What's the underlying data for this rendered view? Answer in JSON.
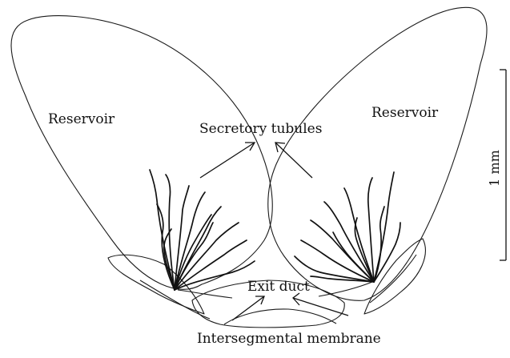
{
  "labels": {
    "reservoir_left": "Reservoir",
    "reservoir_right": "Reservoir",
    "secretory_tubules": "Secretory tubules",
    "exit_duct": "Exit duct",
    "intersegmental_membrane": "Intersegmental membrane"
  },
  "scale_bar": {
    "label": "1 mm"
  }
}
